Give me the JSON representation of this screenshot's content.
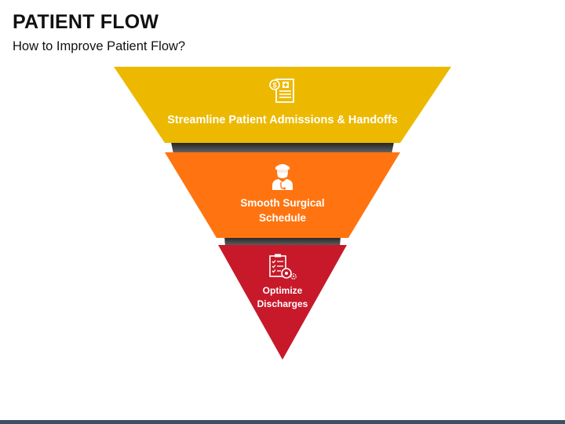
{
  "header": {
    "title": "PATIENT FLOW",
    "subtitle": "How to Improve Patient Flow?"
  },
  "stages": [
    {
      "label": "Streamline Patient Admissions & Handoffs",
      "icon": "billing-document-icon",
      "color": "#ECB900"
    },
    {
      "label": "Smooth Surgical Schedule",
      "icon": "surgeon-icon",
      "color": "#FF7410"
    },
    {
      "label": "Optimize Discharges",
      "icon": "checklist-icon",
      "color": "#C7192A"
    }
  ],
  "colors": {
    "connector_top": "#2B2B2B",
    "connector_bottom": "#5A5A5A",
    "footer": "#3E4E63"
  }
}
